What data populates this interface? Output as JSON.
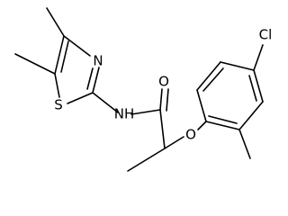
{
  "molecule": {
    "atoms": {
      "n_thiazole": "N",
      "s_thiazole": "S",
      "n_amide": "NH",
      "o_carbonyl": "O",
      "o_ether": "O",
      "cl": "Cl"
    }
  }
}
